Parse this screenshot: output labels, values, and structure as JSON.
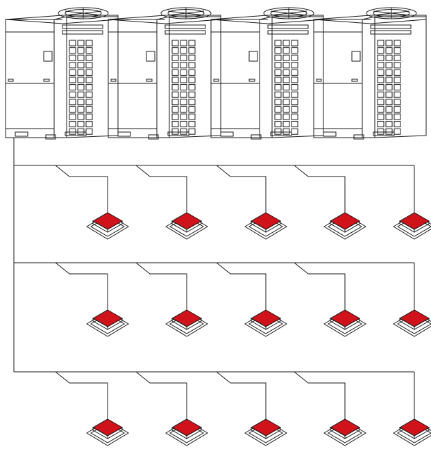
{
  "diagram": {
    "outdoor_units": [
      {
        "id": "outdoor-unit-1"
      },
      {
        "id": "outdoor-unit-2"
      },
      {
        "id": "outdoor-unit-3"
      },
      {
        "id": "outdoor-unit-4"
      }
    ],
    "branches": [
      {
        "id": "branch-1",
        "indoor_units": 5
      },
      {
        "id": "branch-2",
        "indoor_units": 5
      },
      {
        "id": "branch-3",
        "indoor_units": 5
      }
    ],
    "colors": {
      "line": "#1a1a1a",
      "unit_body": "#ffffff",
      "indoor_top": "#d0121b"
    }
  }
}
